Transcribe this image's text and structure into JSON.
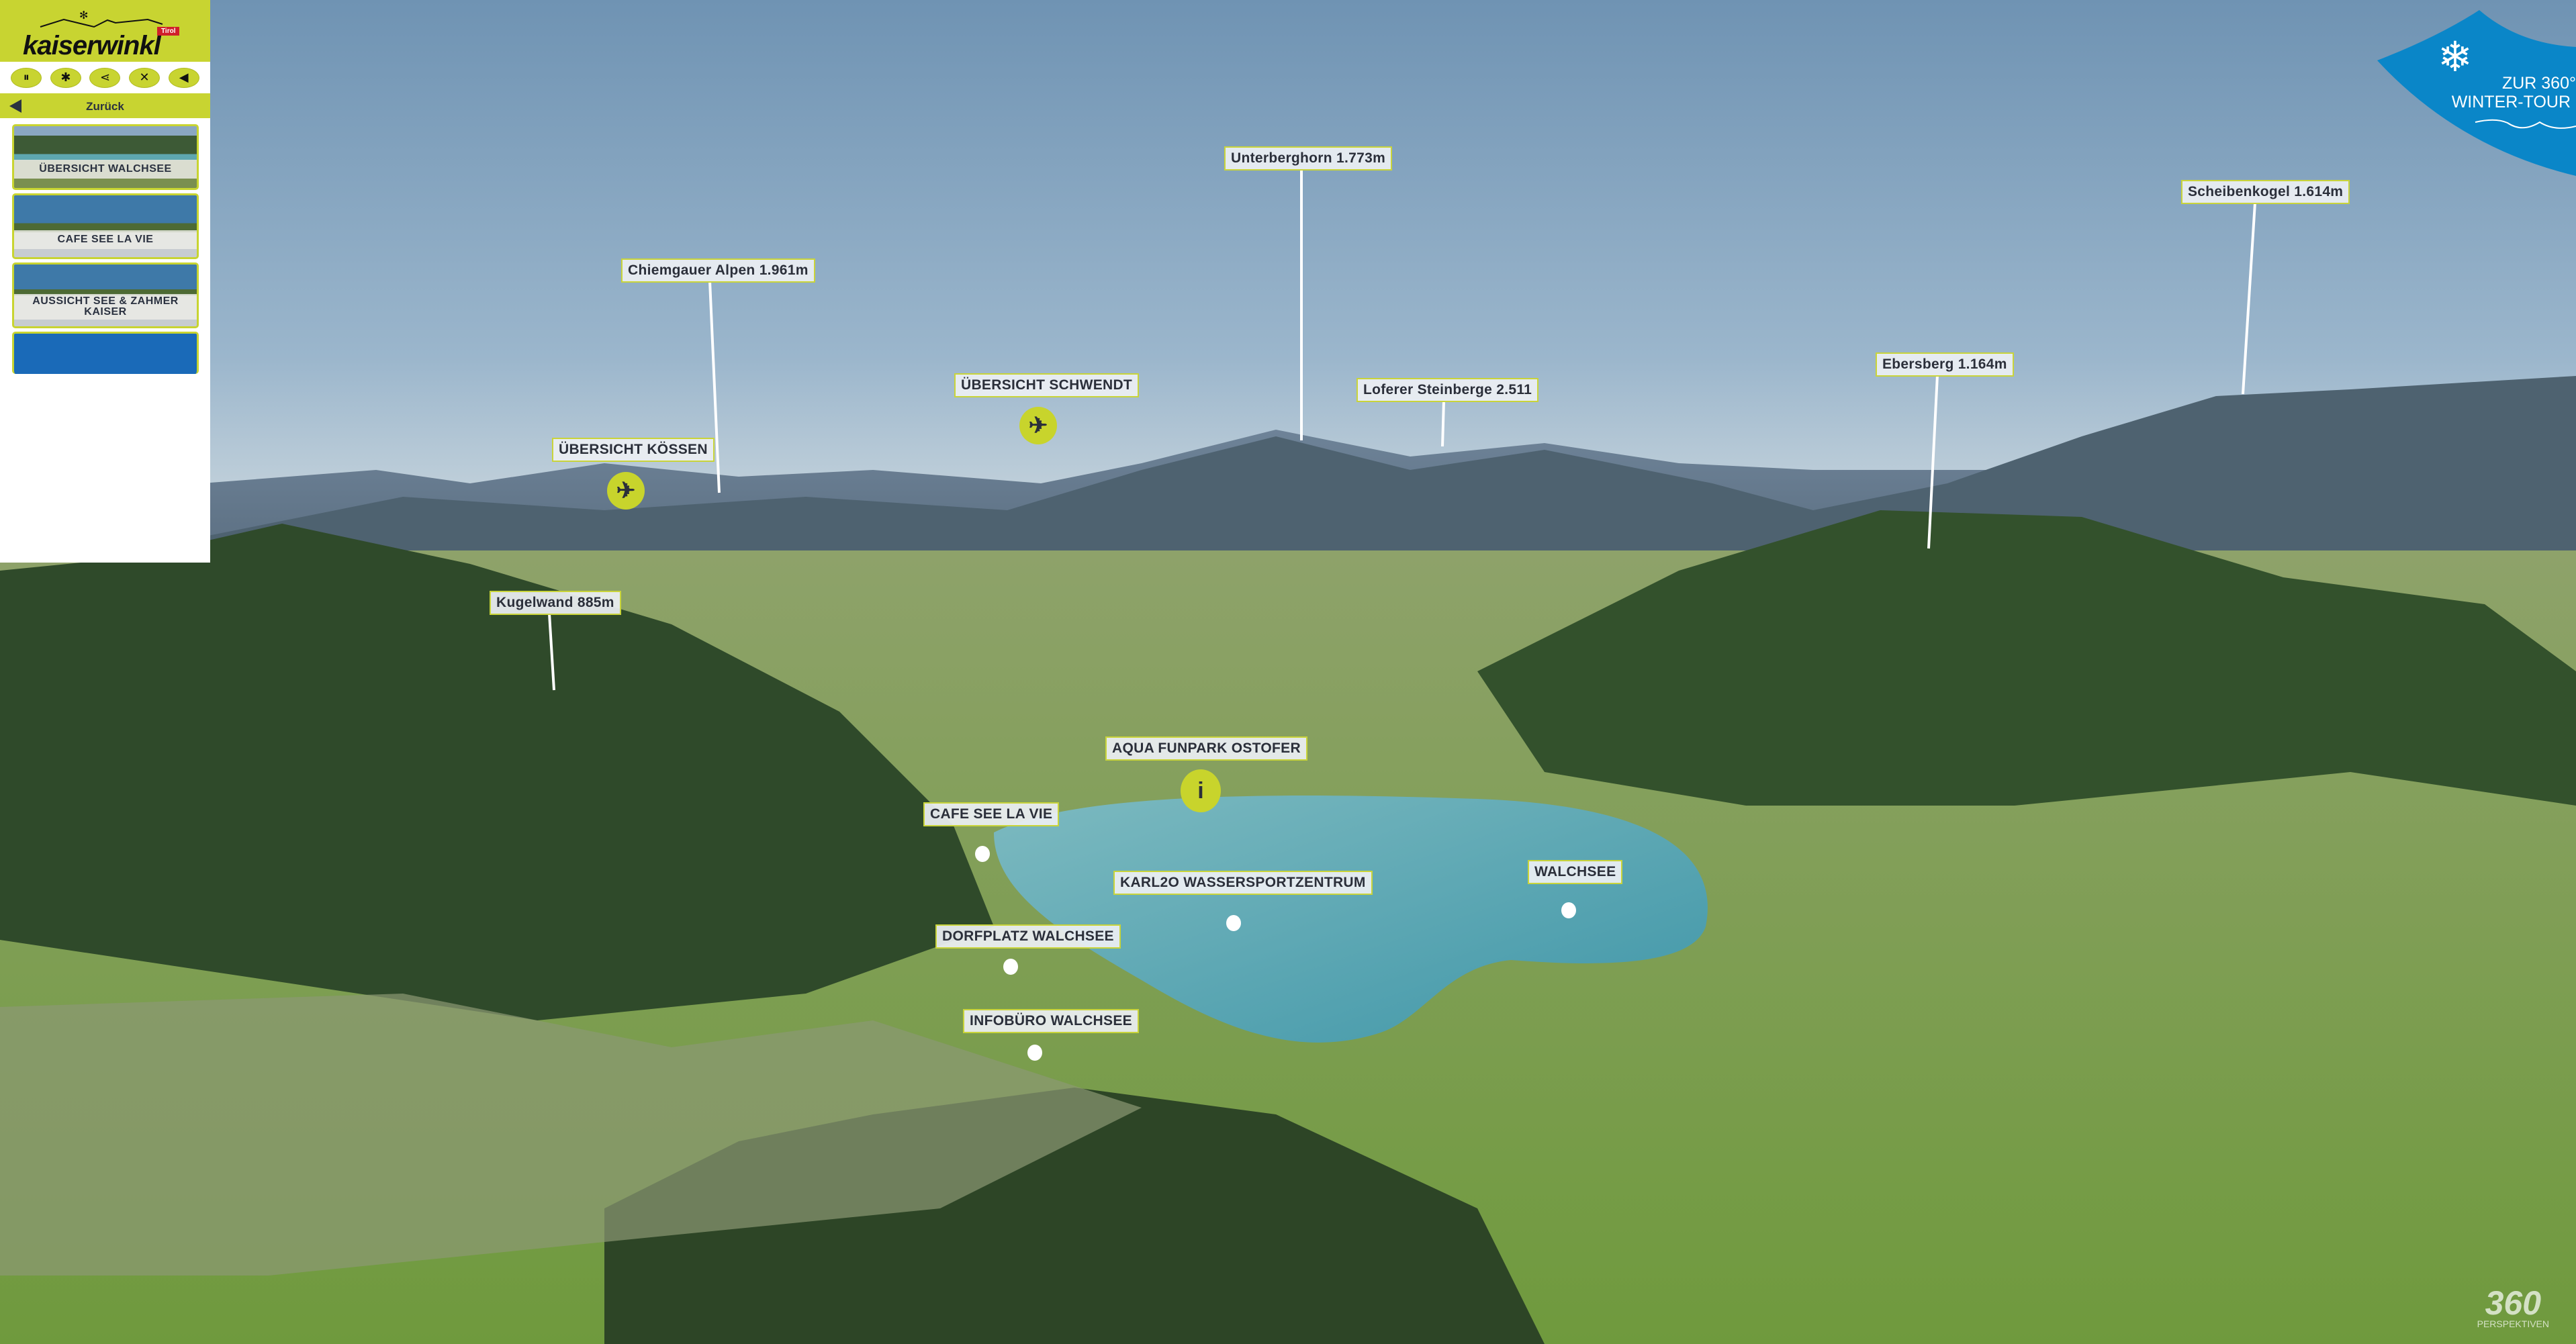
{
  "sidebar": {
    "logo_text": "kaiserwinkl",
    "logo_badge": "Tirol",
    "tools": [
      {
        "icon": "autorotate-pause-icon",
        "glyph": "⏸"
      },
      {
        "icon": "hotspots-toggle-icon",
        "glyph": "✱"
      },
      {
        "icon": "share-icon",
        "glyph": "⋖"
      },
      {
        "icon": "fullscreen-icon",
        "glyph": "✕"
      },
      {
        "icon": "sound-icon",
        "glyph": "◀"
      }
    ],
    "back_label": "Zurück",
    "thumbnails": [
      {
        "label": "ÜBERSICHT WALCHSEE"
      },
      {
        "label": "CAFE SEE LA VIE"
      },
      {
        "label": "AUSSICHT SEE & ZAHMER KAISER"
      }
    ]
  },
  "winter_tour": {
    "line1": "ZUR 360°",
    "line2": "WINTER-TOUR"
  },
  "peaks": [
    {
      "label": "Unterberghorn 1.773m"
    },
    {
      "label": "Scheibenkogel 1.614m"
    },
    {
      "label": "Chiemgauer Alpen 1.961m"
    },
    {
      "label": "Loferer Steinberge 2.511"
    },
    {
      "label": "Ebersberg 1.164m"
    },
    {
      "label": "Kugelwand 885m"
    }
  ],
  "hotspots": [
    {
      "label": "ÜBERSICHT SCHWENDT",
      "icon": "helicopter-icon"
    },
    {
      "label": "ÜBERSICHT KÖSSEN",
      "icon": "helicopter-icon"
    },
    {
      "label": "AQUA FUNPARK OSTOFER",
      "icon": "info-icon"
    },
    {
      "label": "CAFE SEE LA VIE"
    },
    {
      "label": "KARL2O WASSERSPORTZENTRUM"
    },
    {
      "label": "WALCHSEE"
    },
    {
      "label": "DORFPLATZ WALCHSEE"
    },
    {
      "label": "INFOBÜRO WALCHSEE"
    }
  ],
  "credit": {
    "logo": "360",
    "text": "PERSPEKTIVEN"
  },
  "colors": {
    "accent": "#c8d431",
    "winter_blue": "#0a86c8",
    "label_text": "#2b2f3a"
  }
}
